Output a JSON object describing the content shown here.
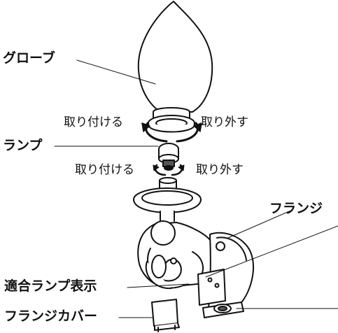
{
  "labels": {
    "globe": "グローブ",
    "lamp": "ランプ",
    "flange": "フランジ",
    "lamp_indicator": "適合ランプ表示",
    "flange_cover": "フランジカバー"
  },
  "actions": {
    "attach_top": "取り付ける",
    "remove_top": "取り外す",
    "attach_bottom": "取り付ける",
    "remove_bottom": "取り外す"
  },
  "colors": {
    "line": "#111111",
    "fill": "#ffffff",
    "shade": "#cfcfcf"
  }
}
